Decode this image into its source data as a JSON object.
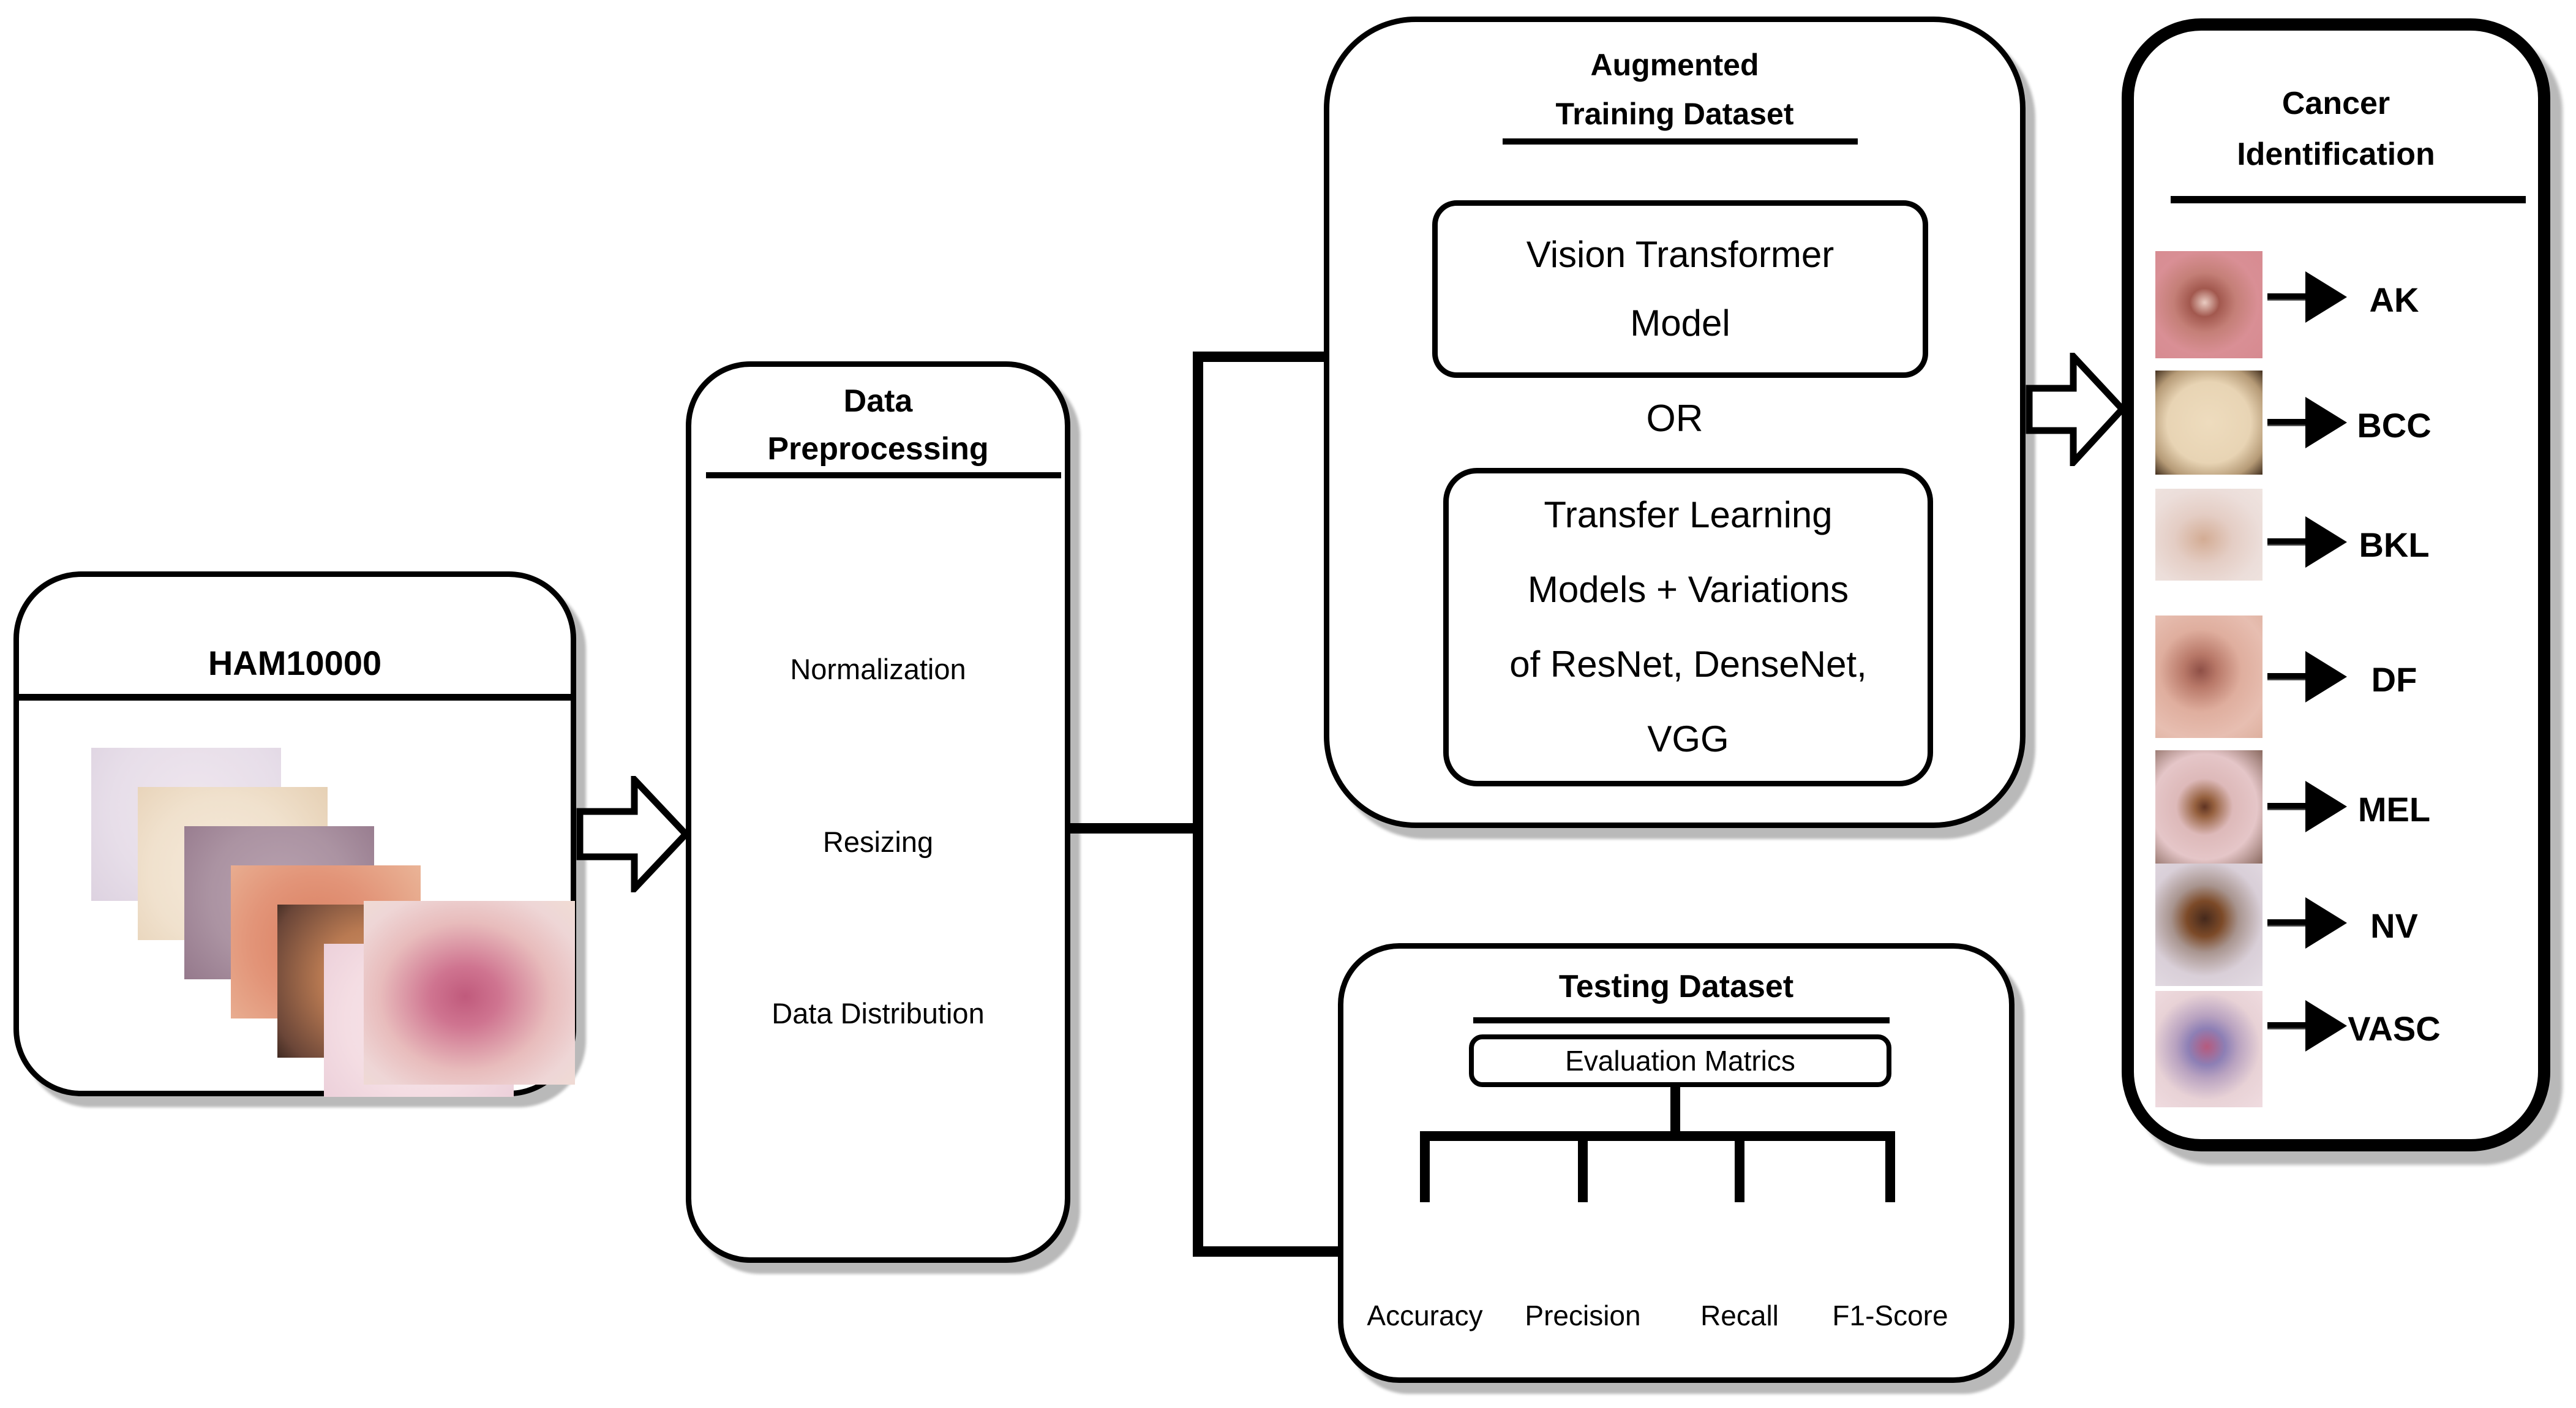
{
  "ham": {
    "title": "HAM10000"
  },
  "preprocessing": {
    "title_line1": "Data",
    "title_line2": "Preprocessing",
    "items": [
      "Normalization",
      "Resizing",
      "Data Distribution"
    ]
  },
  "augmented": {
    "title_line1": "Augmented",
    "title_line2": "Training Dataset",
    "vit_line1": "Vision Transformer",
    "vit_line2": "Model",
    "or_label": "OR",
    "tl_line1": "Transfer Learning",
    "tl_line2": "Models + Variations",
    "tl_line3": "of ResNet, DenseNet,",
    "tl_line4": "VGG"
  },
  "testing": {
    "title": "Testing Dataset",
    "evaluation_box": "Evaluation Matrics",
    "metrics": [
      "Accuracy",
      "Precision",
      "Recall",
      "F1-Score"
    ]
  },
  "cancer": {
    "title_line1": "Cancer",
    "title_line2": "Identification",
    "classes": [
      "AK",
      "BCC",
      "BKL",
      "DF",
      "MEL",
      "NV",
      "VASC"
    ]
  },
  "colors": {
    "line": "#000000",
    "shadow": "#b9b9b9",
    "background": "#ffffff"
  }
}
